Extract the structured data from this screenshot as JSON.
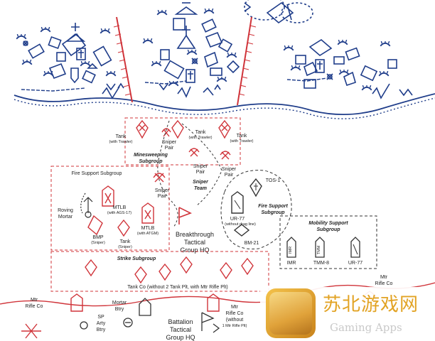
{
  "labels": {
    "tank_left": "Tank",
    "with_trawler_left": "(with Trawler)",
    "tank_mid": "Tank",
    "with_trawler_mid": "(with Trawler)",
    "tank_right": "Tank",
    "with_trawler_right": "(with Trawler)",
    "sniper_pair_top": "Sniper",
    "sniper_pair_top_2": "Pair",
    "minesweeping": "Minesweeping",
    "minesweeping_2": "Subgroup",
    "sniper_pair_center": "Sniper",
    "sniper_pair_center_2": "Pair",
    "sniper_pair_right": "Sniper",
    "sniper_pair_right_2": "Pair",
    "sniper_team": "Sniper",
    "sniper_team_2": "Team",
    "fire_support_subgroup_left": "Fire Support Subgroup",
    "sniper_pair_left": "Sniper",
    "sniper_pair_left_2": "Pair",
    "mtlb_1": "MTLB",
    "mtlb_1_sub": "(with AGS-17)",
    "mtlb_2": "MTLB",
    "mtlb_2_sub": "(with ATGM)",
    "roving_mortar": "Roving",
    "roving_mortar_2": "Mortar",
    "bmp": "BMP",
    "bmp_sub": "(Sniper)",
    "tank_sniper": "Tank",
    "tank_sniper_sub": "(Sniper)",
    "breakthrough_hq": "Breakthrough",
    "breakthrough_hq_2": "Tactical",
    "breakthrough_hq_3": "Group HQ",
    "tos1": "TOS-1",
    "fire_support_subgroup_right": "Fire Support",
    "fire_support_subgroup_right_2": "Subgroup",
    "ur77_center": "UR-77",
    "ur77_center_sub": "(without drag line)",
    "bm21": "BM-21",
    "mobility_support": "Mobility Support",
    "mobility_support_2": "Subgroup",
    "imr": "IMR",
    "tmm8": "TMM-8",
    "ur77_right": "UR-77",
    "strike_subgroup": "Strike Subgroup",
    "tank_co": "Tank Co (without 2 Tank Plt, with Mtr Rifle Plt)",
    "mtr_rifle_co_left": "Mtr",
    "mtr_rifle_co_left_2": "Rifle Co",
    "mortar_btry": "Mortar",
    "mortar_btry_2": "Btry",
    "sp_arty": "SP",
    "sp_arty_2": "Arty",
    "sp_arty_3": "Btry",
    "battalion_hq": "Battalion",
    "battalion_hq_2": "Tactical",
    "battalion_hq_3": "Group HQ",
    "mtr_rifle_co_mid": "Mtr",
    "mtr_rifle_co_mid_2": "Rifle Co",
    "mtr_rifle_co_mid_3": "(without",
    "mtr_rifle_co_mid_4": "1 Mtr Rifle Plt)",
    "mtr_rifle_co_right": "Mtr",
    "mtr_rifle_co_right_2": "Rifle Co",
    "imr_symbol": "IMR",
    "tmm_symbol": "TMM"
  },
  "badge": {
    "title": "苏北游戏网",
    "subtitle": "Gaming Apps"
  },
  "colors": {
    "blue": "#1f3d8a",
    "red": "#d0343a",
    "dark": "#333333",
    "gold": "#e2a324"
  }
}
